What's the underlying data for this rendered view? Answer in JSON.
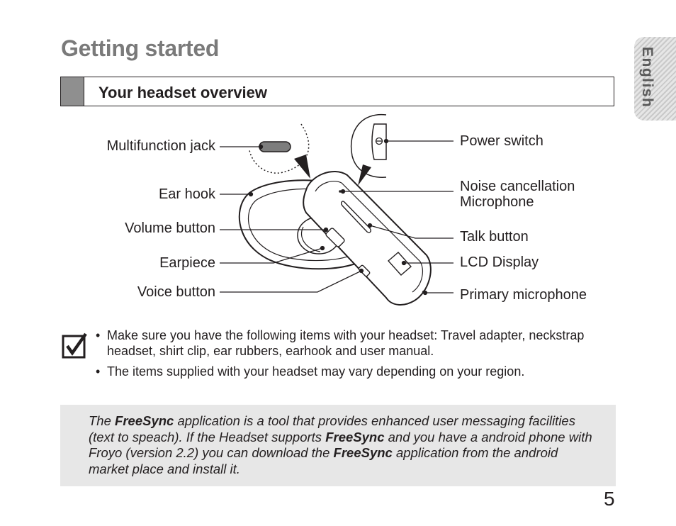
{
  "page": {
    "title": "Getting started",
    "section_title": "Your headset overview",
    "language_tab": "English",
    "page_number": "5"
  },
  "diagram": {
    "labels": {
      "multifunction_jack": "Multifunction jack",
      "ear_hook": "Ear hook",
      "volume_button": "Volume button",
      "earpiece": "Earpiece",
      "voice_button": "Voice button",
      "power_switch": "Power switch",
      "noise_cancellation": "Noise cancellation",
      "microphone": "Microphone",
      "talk_button": "Talk button",
      "lcd_display": "LCD Display",
      "primary_microphone": "Primary microphone"
    }
  },
  "notes": {
    "icon": "checkbox-check-icon",
    "items": [
      "Make sure you have the following items with your headset: Travel adapter, neckstrap headset, shirt clip, ear rubbers, earhook and user manual.",
      "The items supplied with your headset may vary depending on your region."
    ]
  },
  "info_box": {
    "s1": "The ",
    "b1": "FreeSync",
    "s2": " application is a tool that provides enhanced user messaging facilities (text to speach). If the Headset supports ",
    "b2": "FreeSync",
    "s3": " and you have a android phone with Froyo (version 2.2) you can download the ",
    "b3": "FreeSync",
    "s4": " application from the android market place and install it."
  },
  "colors": {
    "title_gray": "#7a7a7a",
    "marker_gray": "#8f8f8f",
    "info_bg": "#e7e7e7",
    "text": "#231f20"
  }
}
